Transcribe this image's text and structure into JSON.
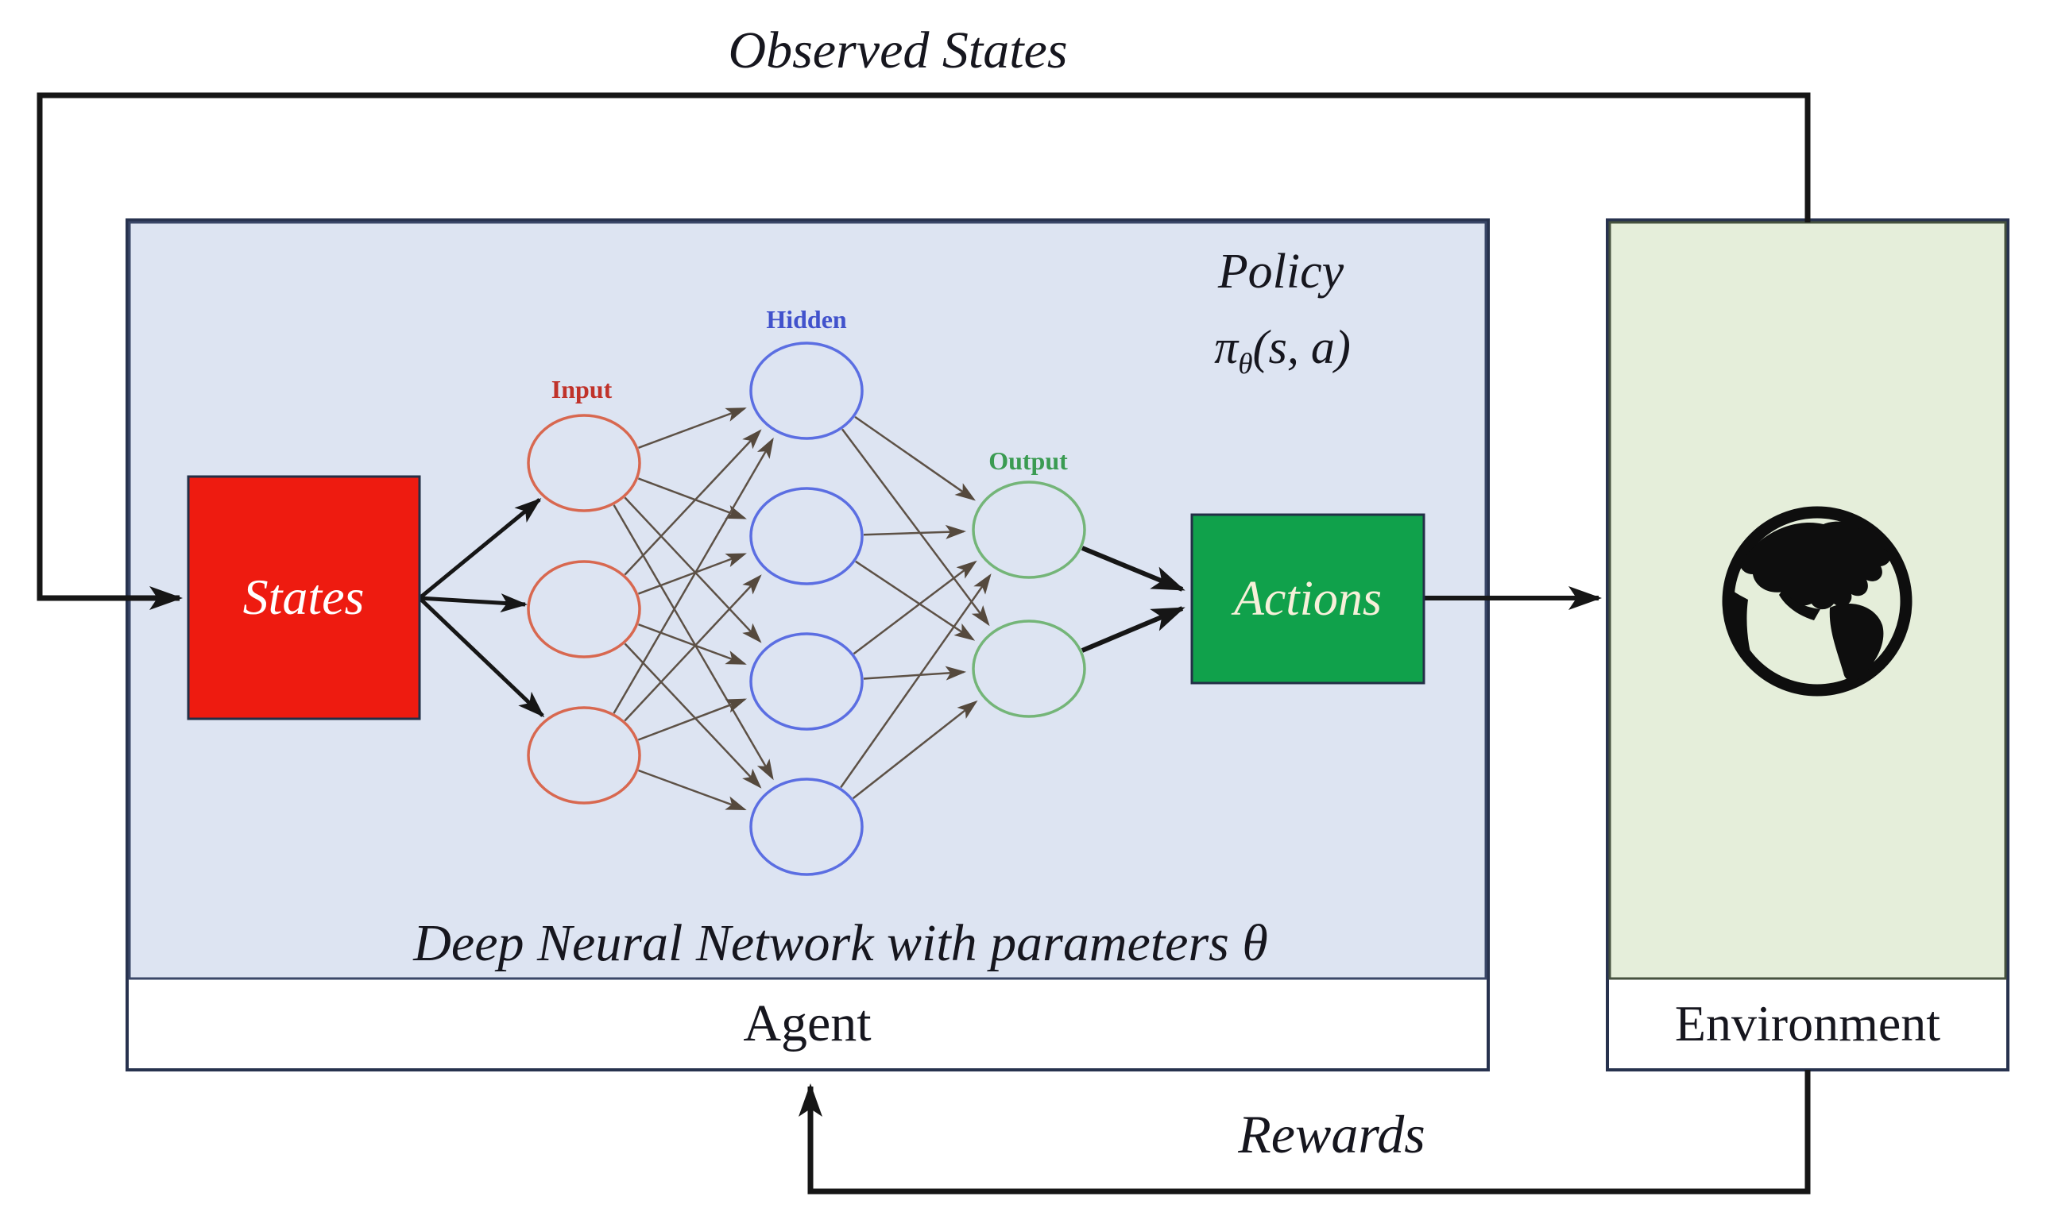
{
  "labels": {
    "observed_states": "Observed States",
    "rewards": "Rewards"
  },
  "agent": {
    "name": "Agent",
    "policy_title": "Policy",
    "policy_formula": {
      "pi": "π",
      "subscript": "θ",
      "arguments": "(s, a)"
    },
    "caption": "Deep Neural Network with parameters θ",
    "states_box": "States",
    "actions_box": "Actions",
    "network": {
      "input_label": "Input",
      "hidden_label": "Hidden",
      "output_label": "Output",
      "input_neurons": 3,
      "hidden_neurons": 4,
      "output_neurons": 2
    }
  },
  "environment": {
    "name": "Environment",
    "icon": "globe-americas-icon"
  },
  "colors": {
    "agent_fill": "#dde4f2",
    "environment_fill": "#e5eeda",
    "states_fill": "#ee1b10",
    "actions_fill": "#10a14b",
    "input_stroke": "#d86850",
    "hidden_stroke": "#5b6ee2",
    "output_stroke": "#74b578",
    "arrow": "#161616",
    "connection": "#5d5146",
    "box_border": "#27324e"
  }
}
